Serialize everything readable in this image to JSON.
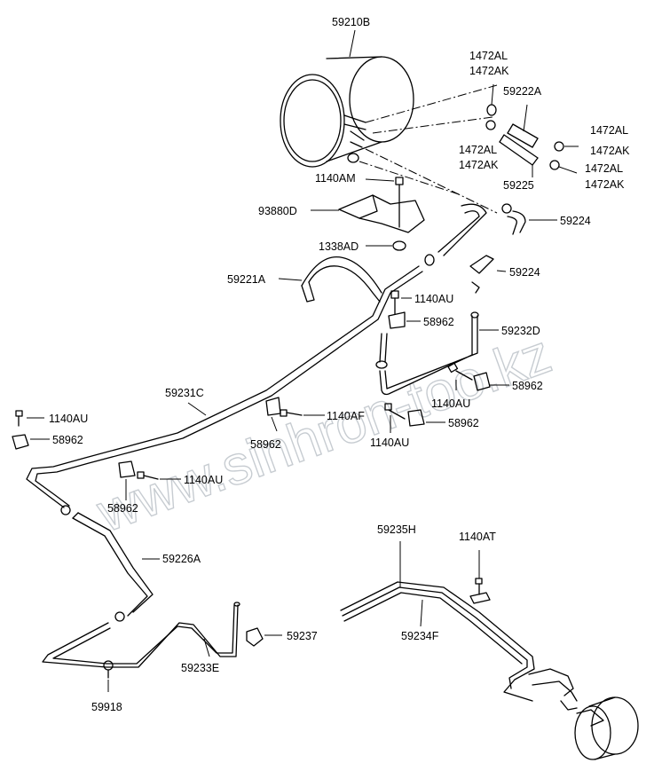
{
  "watermark": "www.sinhron-too.kz",
  "labels": {
    "l59210B": "59210B",
    "l1472AL_a": "1472AL",
    "l1472AK_a": "1472AK",
    "l59222A": "59222A",
    "l1472AL_b": "1472AL",
    "l1472AK_b": "1472AK",
    "l1472AL_c": "1472AL",
    "l1472AK_c": "1472AK",
    "l1472AL_d": "1472AL",
    "l1472AK_d": "1472AK",
    "l59225": "59225",
    "l1140AM": "1140AM",
    "l93880D": "93880D",
    "l59224_a": "59224",
    "l1338AD": "1338AD",
    "l59221A": "59221A",
    "l59224_b": "59224",
    "l1140AU_a": "1140AU",
    "l58962_a": "58962",
    "l59232D": "59232D",
    "l59231C": "59231C",
    "l58962_b": "58962",
    "l1140AU_b": "1140AU",
    "l1140AF": "1140AF",
    "l58962_c": "58962",
    "l58962_d": "58962",
    "l1140AU_c": "1140AU",
    "l1140AU_d": "1140AU",
    "l58962_e": "58962",
    "l1140AU_e": "1140AU",
    "l58962_f": "58962",
    "l59226A": "59226A",
    "l59235H": "59235H",
    "l1140AT": "1140AT",
    "l59237": "59237",
    "l59233E": "59233E",
    "l59234F": "59234F",
    "l59918": "59918"
  }
}
